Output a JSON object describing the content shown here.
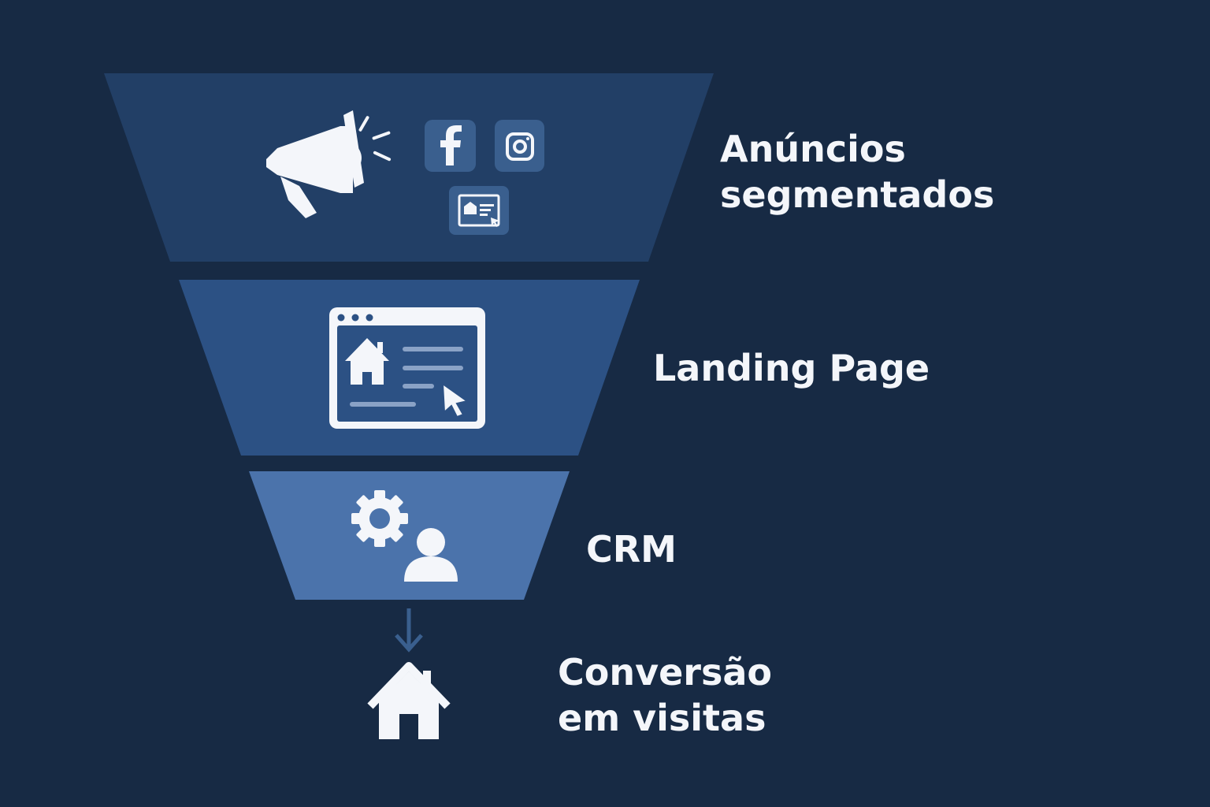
{
  "colors": {
    "background": "#172a44",
    "stage_1": "#223f66",
    "stage_2": "#2c5184",
    "stage_3": "#4b73ab",
    "icon": "#f4f6fa",
    "social_tile": "#3a5f8e"
  },
  "stages": [
    {
      "label_lines": [
        "Anúncios",
        "segmentados"
      ],
      "icons": [
        "megaphone-icon",
        "facebook-icon",
        "instagram-icon",
        "ad-listing-icon"
      ]
    },
    {
      "label_lines": [
        "Landing Page"
      ],
      "icons": [
        "browser-window-icon",
        "house-icon",
        "cursor-icon"
      ]
    },
    {
      "label_lines": [
        "CRM"
      ],
      "icons": [
        "gear-icon",
        "user-icon"
      ]
    },
    {
      "label_lines": [
        "Conversão",
        "em visitas"
      ],
      "icons": [
        "down-arrow-icon",
        "house-icon"
      ]
    }
  ]
}
